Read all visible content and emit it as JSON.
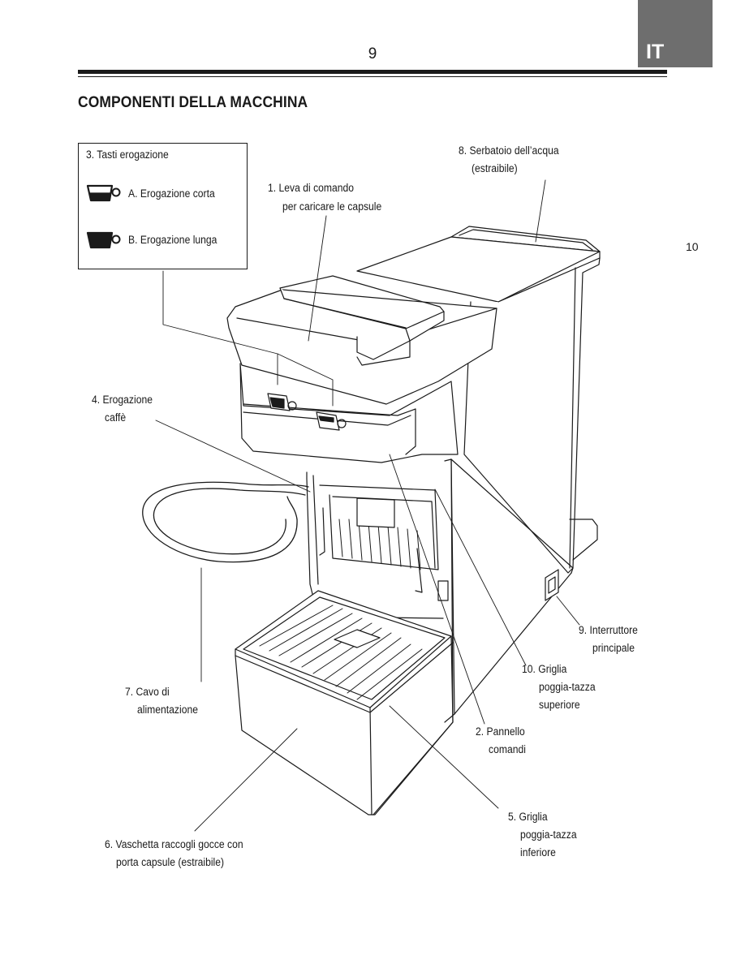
{
  "header": {
    "page_number": "9",
    "language_tab": "IT",
    "side_page_number": "10"
  },
  "section": {
    "title": "COMPONENTI DELLA MACCHINA"
  },
  "legend_box": {
    "title": "3. Tasti erogazione",
    "short": "A. Erogazione corta",
    "long": "B. Erogazione lunga"
  },
  "labels": {
    "l1a": "1. Leva di comando",
    "l1b": "per caricare le capsule",
    "l8a": "8. Serbatoio dell’acqua",
    "l8b": "(estraibile)",
    "l4a": "4. Erogazione",
    "l4b": "caffè",
    "l9a": "9. Interruttore",
    "l9b": "principale",
    "l10a": "10. Griglia",
    "l10b": "poggia-tazza",
    "l10c": "superiore",
    "l7a": "7. Cavo di",
    "l7b": "alimentazione",
    "l2a": "2. Pannello",
    "l2b": "comandi",
    "l5a": "5. Griglia",
    "l5b": "poggia-tazza",
    "l5c": "inferiore",
    "l6a": "6. Vaschetta raccogli gocce con",
    "l6b": "porta capsule (estraibile)"
  }
}
